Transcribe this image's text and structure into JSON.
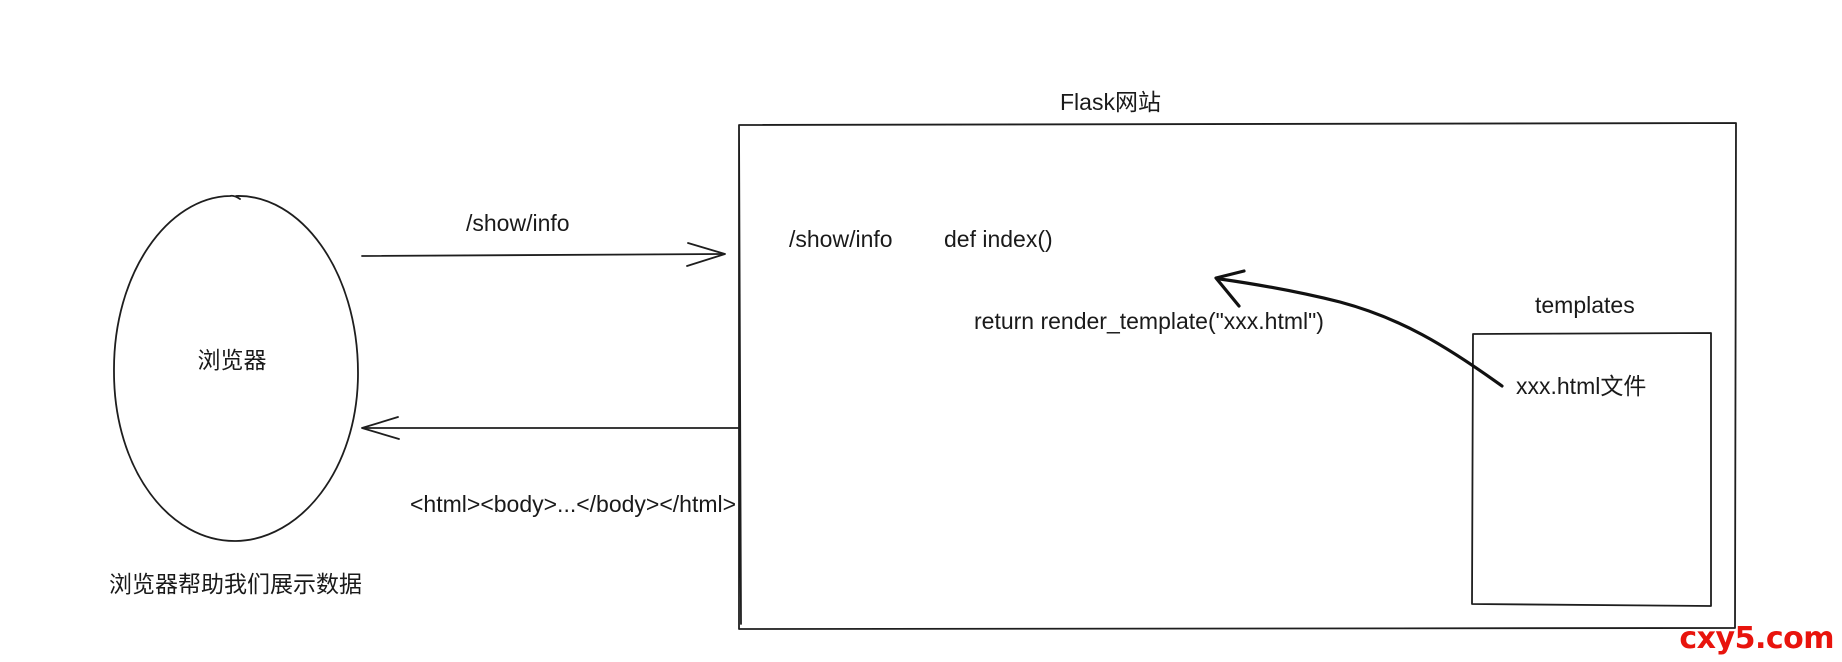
{
  "browser": {
    "label": "浏览器",
    "caption": "浏览器帮助我们展示数据"
  },
  "request": {
    "path_label": "/show/info"
  },
  "response": {
    "html_label": "<html><body>...</body></html>"
  },
  "flask": {
    "title": "Flask网站",
    "route_label": "/show/info",
    "func_label": "def index()",
    "return_label": "return render_template(\"xxx.html\")"
  },
  "templates": {
    "title": "templates",
    "file_label": "xxx.html文件"
  },
  "watermark": {
    "text": "cxy5.com",
    "color": "#e8140d"
  }
}
